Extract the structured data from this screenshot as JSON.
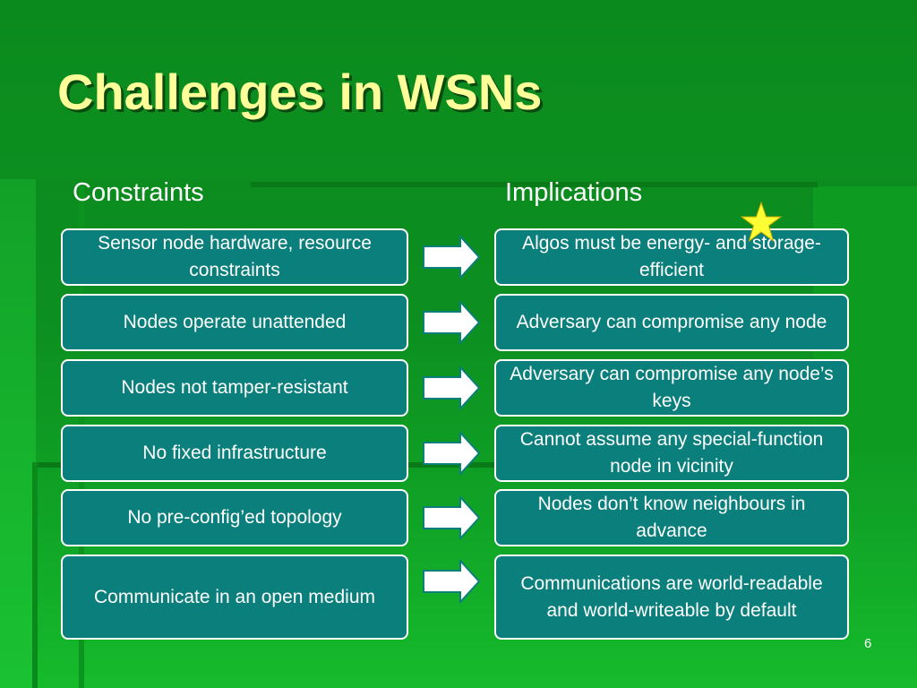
{
  "slide": {
    "title": "Challenges in WSNs",
    "columns": {
      "left": "Constraints",
      "right": "Implications"
    },
    "rows": [
      {
        "constraint": "Sensor node hardware, resource constraints",
        "implication": "Algos must be energy- and storage-efficient"
      },
      {
        "constraint": "Nodes operate unattended",
        "implication": "Adversary can compromise any node"
      },
      {
        "constraint": "Nodes not tamper-resistant",
        "implication": "Adversary can compromise any node’s keys"
      },
      {
        "constraint": "No fixed infrastructure",
        "implication": "Cannot assume any special-function node in vicinity"
      },
      {
        "constraint": "No pre-config’ed topology",
        "implication": "Nodes don’t know neighbours in advance"
      },
      {
        "constraint": "Communicate in an open medium",
        "implication": "Communications are world-readable and world-writeable by default"
      }
    ],
    "page_number": "6",
    "icons": {
      "star": "star-icon",
      "arrow": "right-arrow-icon"
    },
    "colors": {
      "background": "#0c8e20",
      "title": "#ffff99",
      "box_fill": "#0b7f7c",
      "box_border": "#ffffff",
      "star": "#ffff33"
    }
  }
}
